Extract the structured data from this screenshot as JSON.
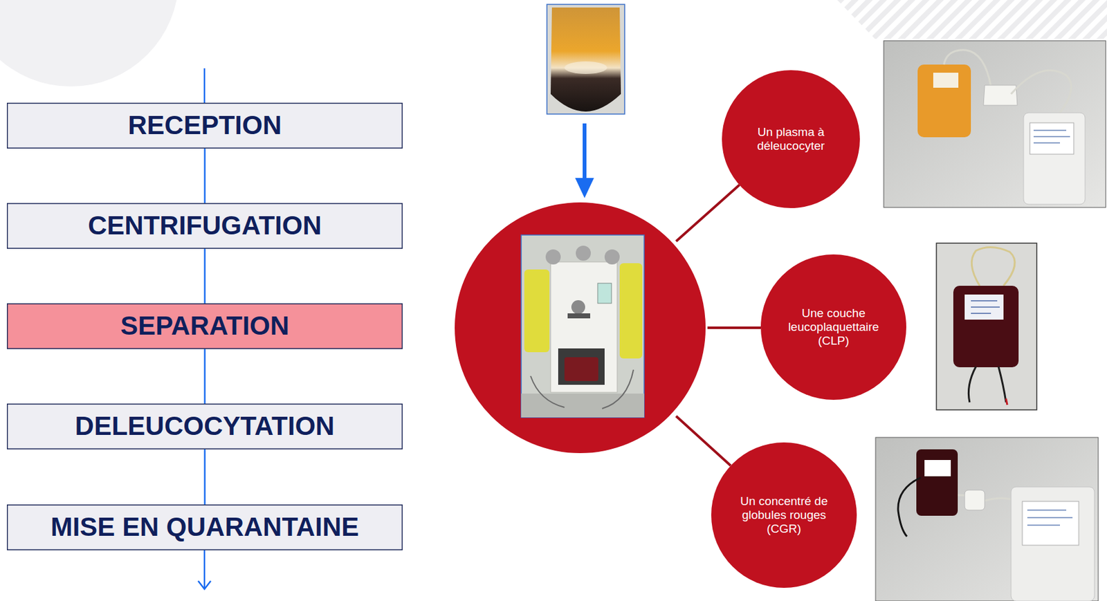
{
  "diagram": {
    "nodes": [
      {
        "text": [
          "RECEPTION"
        ]
      },
      {
        "text": [
          "CENTRIFUGATION"
        ]
      },
      {
        "text": [
          "SEPARATION"
        ]
      },
      {
        "text": [
          "DELEUCOCYTATION"
        ]
      },
      {
        "text": [
          "MISE EN QUARANTAINE"
        ]
      },
      {
        "text": [
          "Un plasma à déleucocyter"
        ]
      },
      {
        "text": [
          "Une couche leucoplaquettaire (CLP)"
        ]
      },
      {
        "text": [
          "Un concentré de globules rouges (CGR)"
        ]
      }
    ],
    "edges": [
      {
        "from": 0,
        "to": 1,
        "arrow": "none"
      },
      {
        "from": 1,
        "to": 2,
        "arrow": "none"
      },
      {
        "from": 2,
        "to": 3,
        "arrow": "none"
      },
      {
        "from": 3,
        "to": 4,
        "arrow": "none"
      }
    ]
  }
}
